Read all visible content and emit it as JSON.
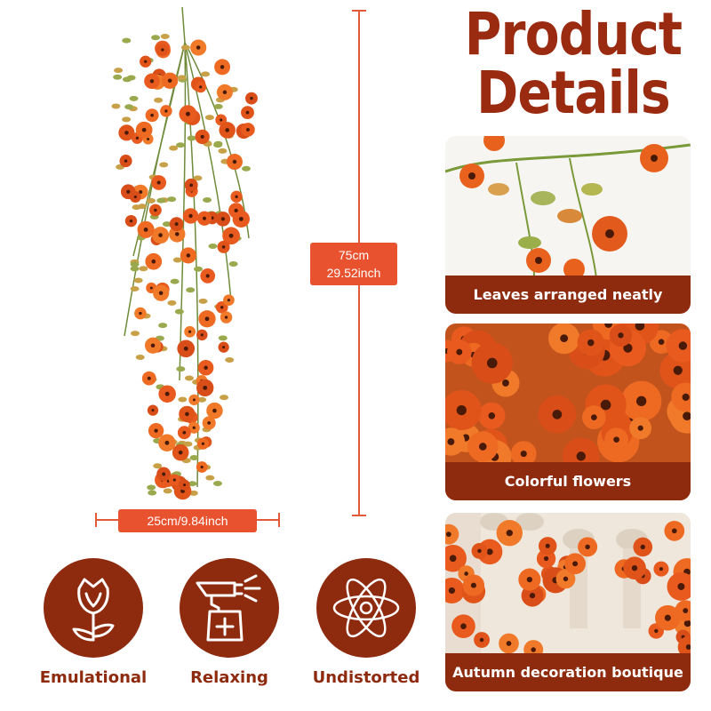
{
  "title": {
    "line1": "Product",
    "line2": "Details"
  },
  "dimensions": {
    "height_metric": "75cm",
    "height_imperial": "29.52inch",
    "width": "25cm/9.84inch"
  },
  "features": [
    {
      "label": "Leaves arranged neatly",
      "image": "leaves-closeup-photo"
    },
    {
      "label": "Colorful flowers",
      "image": "flowers-closeup-photo"
    },
    {
      "label": "Autumn decoration boutique",
      "image": "decorated-railing-photo"
    }
  ],
  "icons": [
    {
      "label": "Emulational",
      "icon": "tulip-icon"
    },
    {
      "label": "Relaxing",
      "icon": "spray-bottle-icon"
    },
    {
      "label": "Undistorted",
      "icon": "atom-icon"
    }
  ],
  "colors": {
    "brand": "#8e2a0e",
    "accent": "#e8522f",
    "flower": "#e85a1e",
    "leaf": "#8aa04a"
  }
}
